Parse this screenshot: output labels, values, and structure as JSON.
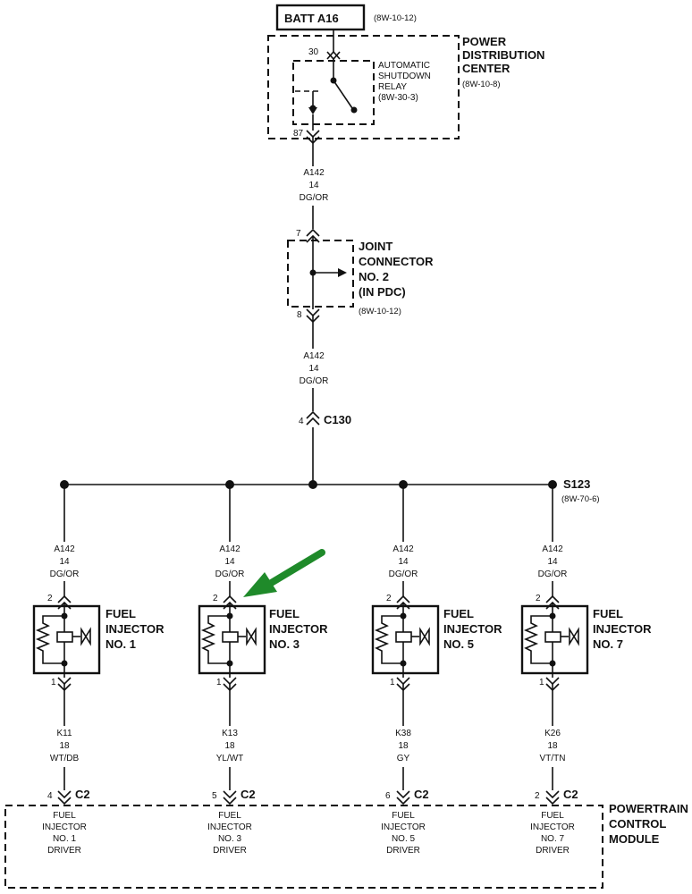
{
  "battery": {
    "label": "BATT A16",
    "ref": "(8W-10-12)"
  },
  "pdc": {
    "title_lines": [
      "POWER",
      "DISTRIBUTION",
      "CENTER"
    ],
    "ref": "(8W-10-8)",
    "pin_in": "30",
    "pin_out": "87",
    "relay_lines": [
      "AUTOMATIC",
      "SHUTDOWN",
      "RELAY",
      "(8W-30-3)"
    ]
  },
  "wire_a": {
    "circuit": "A142",
    "gauge": "14",
    "color": "DG/OR"
  },
  "joint_connector": {
    "title_lines": [
      "JOINT",
      "CONNECTOR",
      "NO. 2",
      "(IN PDC)"
    ],
    "ref": "(8W-10-12)",
    "pin_in": "7",
    "pin_out": "8"
  },
  "wire_b": {
    "circuit": "A142",
    "gauge": "14",
    "color": "DG/OR"
  },
  "connector_c130": {
    "pin": "4",
    "label": "C130"
  },
  "splice": {
    "label": "S123",
    "ref": "(8W-70-6)"
  },
  "injectors": [
    {
      "feed": {
        "circuit": "A142",
        "gauge": "14",
        "color": "DG/OR"
      },
      "pin_top": "2",
      "pin_bottom": "1",
      "title": [
        "FUEL",
        "INJECTOR",
        "NO. 1"
      ],
      "output": {
        "circuit": "K11",
        "gauge": "18",
        "color": "WT/DB"
      },
      "pcm_pin": "4",
      "pcm_connector": "C2",
      "driver": [
        "FUEL",
        "INJECTOR",
        "NO. 1",
        "DRIVER"
      ]
    },
    {
      "feed": {
        "circuit": "A142",
        "gauge": "14",
        "color": "DG/OR"
      },
      "pin_top": "2",
      "pin_bottom": "1",
      "title": [
        "FUEL",
        "INJECTOR",
        "NO. 3"
      ],
      "output": {
        "circuit": "K13",
        "gauge": "18",
        "color": "YL/WT"
      },
      "pcm_pin": "5",
      "pcm_connector": "C2",
      "driver": [
        "FUEL",
        "INJECTOR",
        "NO. 3",
        "DRIVER"
      ]
    },
    {
      "feed": {
        "circuit": "A142",
        "gauge": "14",
        "color": "DG/OR"
      },
      "pin_top": "2",
      "pin_bottom": "1",
      "title": [
        "FUEL",
        "INJECTOR",
        "NO. 5"
      ],
      "output": {
        "circuit": "K38",
        "gauge": "18",
        "color": "GY"
      },
      "pcm_pin": "6",
      "pcm_connector": "C2",
      "driver": [
        "FUEL",
        "INJECTOR",
        "NO. 5",
        "DRIVER"
      ]
    },
    {
      "feed": {
        "circuit": "A142",
        "gauge": "14",
        "color": "DG/OR"
      },
      "pin_top": "2",
      "pin_bottom": "1",
      "title": [
        "FUEL",
        "INJECTOR",
        "NO. 7"
      ],
      "output": {
        "circuit": "K26",
        "gauge": "18",
        "color": "VT/TN"
      },
      "pcm_pin": "2",
      "pcm_connector": "C2",
      "driver": [
        "FUEL",
        "INJECTOR",
        "NO. 7",
        "DRIVER"
      ]
    }
  ],
  "pcm": {
    "title_lines": [
      "POWERTRAIN",
      "CONTROL",
      "MODULE"
    ]
  },
  "highlight": {
    "color": "#1f8a2a",
    "target": "FUEL INJECTOR NO. 3"
  }
}
